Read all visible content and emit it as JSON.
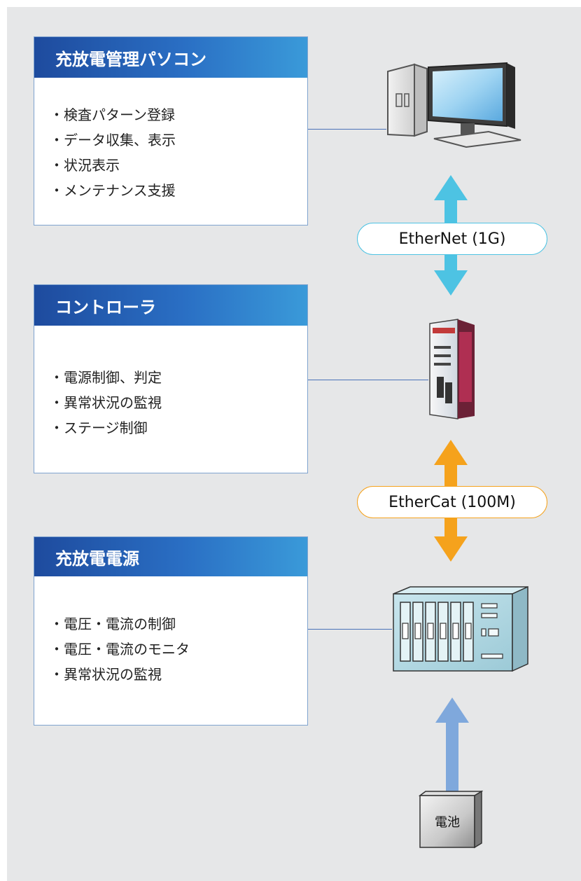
{
  "panels": [
    {
      "title": "充放電管理パソコン",
      "items": [
        "・検査パターン登録",
        "・データ収集、表示",
        "・状況表示",
        "・メンテナンス支援"
      ]
    },
    {
      "title": "コントローラ",
      "items": [
        "・電源制御、判定",
        "・異常状況の監視",
        "・ステージ制御"
      ]
    },
    {
      "title": "充放電電源",
      "items": [
        "・電圧・電流の制御",
        "・電圧・電流のモニタ",
        "・異常状況の監視"
      ]
    }
  ],
  "links": [
    {
      "label": "EtherNet (1G)",
      "color": "#4dc3e3"
    },
    {
      "label": "EtherCat (100M)",
      "color": "#f5a21c"
    },
    {
      "label": "",
      "color": "#7fa8dc"
    }
  ],
  "battery": {
    "label": "電池"
  },
  "icons": [
    "desktop-pc-icon",
    "controller-unit-icon",
    "power-supply-rack-icon",
    "battery-icon"
  ]
}
